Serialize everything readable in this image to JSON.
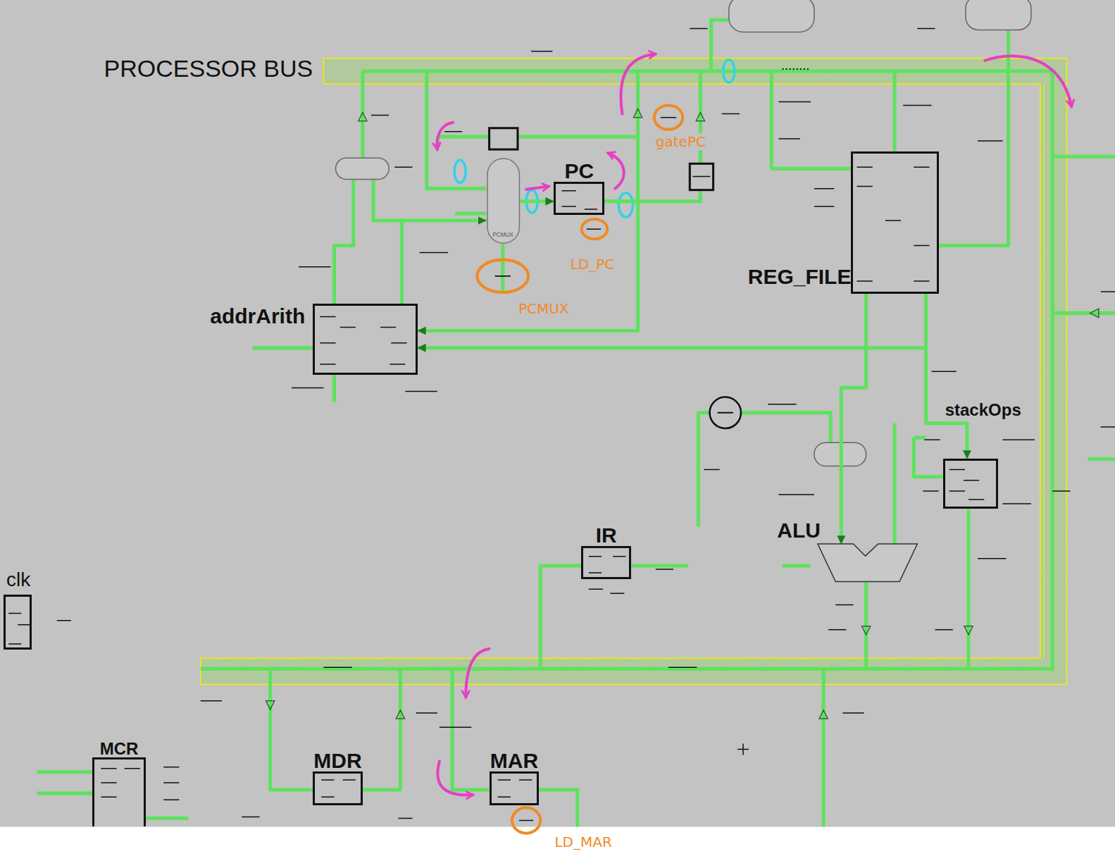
{
  "diagram": {
    "nodes": [
      {
        "text": [
          "PCMUX"
        ]
      },
      {
        "text": [
          "PC"
        ]
      },
      {
        "text": [
          "REG_FILE"
        ]
      },
      {
        "text": [
          "addrArith"
        ]
      },
      {
        "text": [
          "stackOps"
        ]
      },
      {
        "text": [
          "ALU"
        ]
      },
      {
        "text": [
          "IR"
        ]
      },
      {
        "text": [
          "clk"
        ]
      },
      {
        "text": [
          "MCR"
        ]
      },
      {
        "text": [
          "MDR"
        ]
      },
      {
        "text": [
          "MAR"
        ]
      }
    ],
    "edges": [
      {
        "from": 0,
        "to": 1,
        "arrow": "to"
      },
      {
        "from": 1,
        "to": 3,
        "arrow": "to"
      },
      {
        "from": 3,
        "to": 0,
        "arrow": "to"
      },
      {
        "from": 2,
        "to": 3,
        "arrow": "to"
      },
      {
        "from": 2,
        "to": 5,
        "arrow": "to"
      },
      {
        "from": 2,
        "to": 4,
        "arrow": "to"
      }
    ],
    "labels": [
      "PROCESSOR BUS",
      "gatePC",
      "LD_PC",
      "PCMUX",
      "LD_MAR"
    ]
  }
}
